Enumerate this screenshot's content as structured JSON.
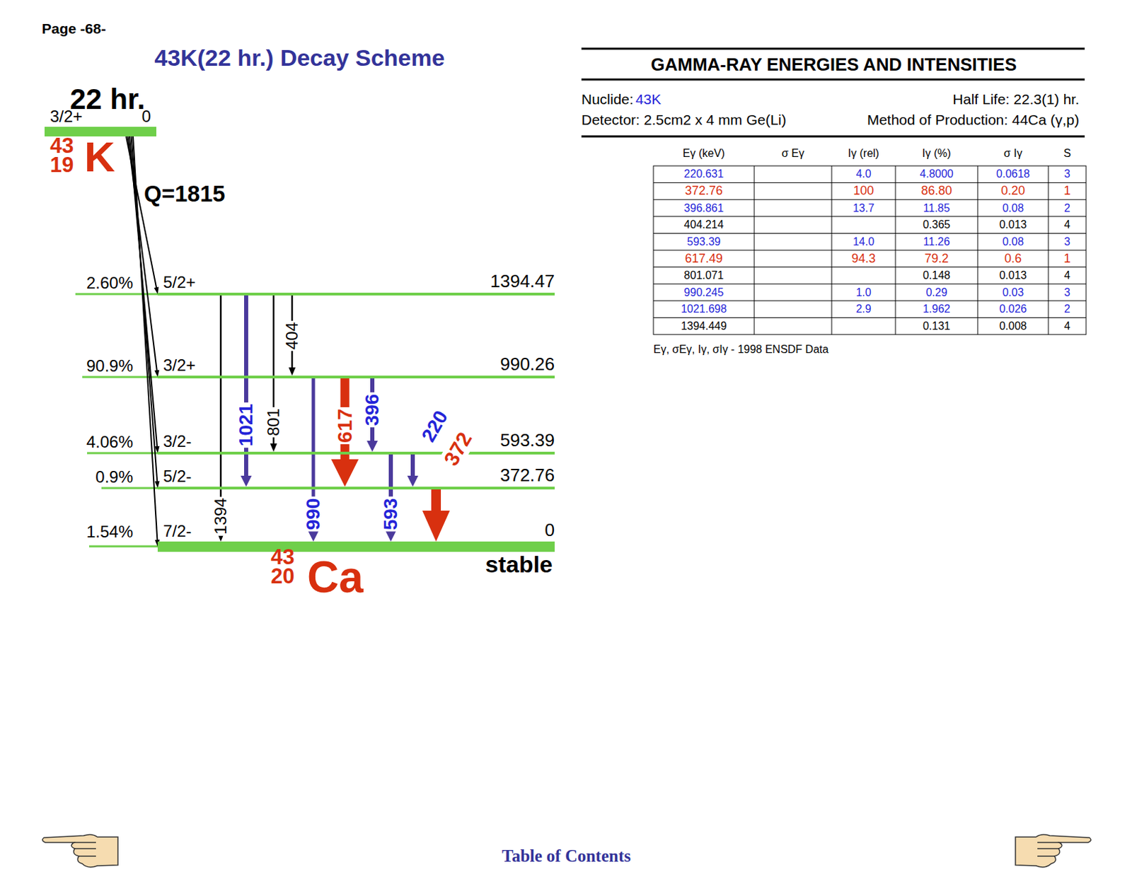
{
  "diagram": {
    "title": "43K(22 hr.) Decay Scheme",
    "nodes": [
      {
        "text": [
          "22 hr.",
          "3/2+",
          "0"
        ]
      },
      {
        "text": [
          "5/2+",
          "1394.47"
        ]
      },
      {
        "text": [
          "3/2+",
          "990.26"
        ]
      },
      {
        "text": [
          "3/2-",
          "593.39"
        ]
      },
      {
        "text": [
          "5/2-",
          "372.76"
        ]
      },
      {
        "text": [
          "7/2-",
          "0"
        ]
      }
    ],
    "edges": [
      {
        "from": 0,
        "to": 1,
        "arrow": "to",
        "label": "2.60%"
      },
      {
        "from": 0,
        "to": 2,
        "arrow": "to",
        "label": "90.9%"
      },
      {
        "from": 0,
        "to": 3,
        "arrow": "to",
        "label": "4.06%"
      },
      {
        "from": 0,
        "to": 4,
        "arrow": "to",
        "label": "0.9%"
      },
      {
        "from": 0,
        "to": 5,
        "arrow": "to",
        "label": "1.54%"
      },
      {
        "from": 1,
        "to": 5,
        "arrow": "to",
        "label": "1394"
      },
      {
        "from": 1,
        "to": 4,
        "arrow": "to",
        "label": "1021"
      },
      {
        "from": 1,
        "to": 3,
        "arrow": "to",
        "label": "801"
      },
      {
        "from": 1,
        "to": 2,
        "arrow": "to",
        "label": "404"
      },
      {
        "from": 2,
        "to": 5,
        "arrow": "to",
        "label": "990"
      },
      {
        "from": 2,
        "to": 4,
        "arrow": "to",
        "label": "617"
      },
      {
        "from": 2,
        "to": 3,
        "arrow": "to",
        "label": "396"
      },
      {
        "from": 3,
        "to": 5,
        "arrow": "to",
        "label": "593"
      },
      {
        "from": 3,
        "to": 4,
        "arrow": "to",
        "label": "220"
      },
      {
        "from": 4,
        "to": 5,
        "arrow": "to",
        "label": "372"
      }
    ],
    "labels": [
      "Page -68-",
      "43",
      "19",
      "K",
      "Q=1815",
      "43",
      "20",
      "Ca",
      "stable",
      "GAMMA-RAY ENERGIES AND INTENSITIES",
      "Nuclide:",
      "43K",
      "Half Life: 22.3(1) hr.",
      "Detector: 2.5cm2 x 4 mm Ge(Li)",
      "Method of Production: 44Ca (γ,p)",
      "Eγ (keV)",
      "σ Eγ",
      "Iγ (rel)",
      "Iγ (%)",
      "σ Iγ",
      "S",
      "220.631",
      "4.0",
      "4.8000",
      "0.0618",
      "3",
      "372.76",
      "100",
      "86.80",
      "0.20",
      "1",
      "396.861",
      "13.7",
      "11.85",
      "0.08",
      "2",
      "404.214",
      "0.365",
      "0.013",
      "4",
      "593.39",
      "14.0",
      "11.26",
      "0.08",
      "3",
      "617.49",
      "94.3",
      "79.2",
      "0.6",
      "1",
      "801.071",
      "0.148",
      "0.013",
      "4",
      "990.245",
      "1.0",
      "0.29",
      "0.03",
      "3",
      "1021.698",
      "2.9",
      "1.962",
      "0.026",
      "2",
      "1394.449",
      "0.131",
      "0.008",
      "4",
      "Eγ, σEγ, Iγ, σIγ - 1998 ENSDF Data",
      "Table of Contents"
    ]
  }
}
